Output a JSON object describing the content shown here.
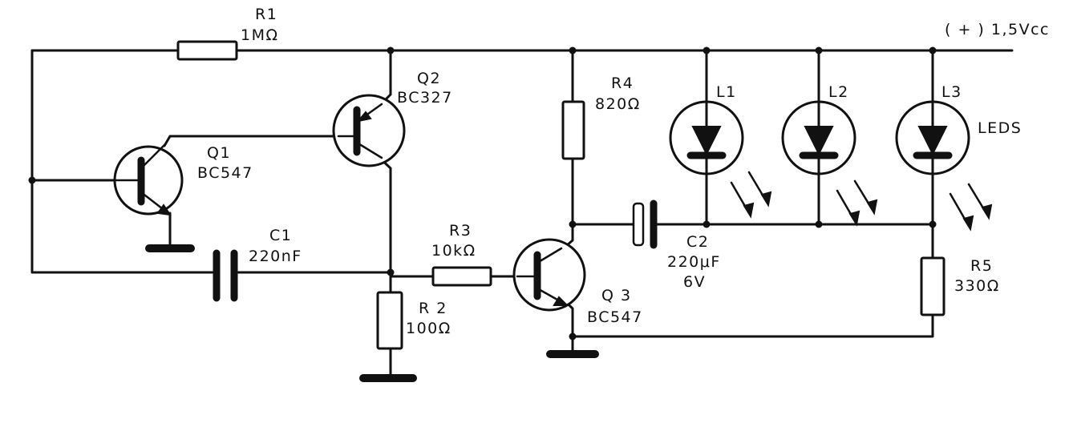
{
  "supply": {
    "label": "( + ) 1,5Vcc"
  },
  "components": {
    "R1": {
      "ref": "R1",
      "value": "1MΩ"
    },
    "R2": {
      "ref": "R 2",
      "value": "100Ω"
    },
    "R3": {
      "ref": "R3",
      "value": "10kΩ"
    },
    "R4": {
      "ref": "R4",
      "value": "820Ω"
    },
    "R5": {
      "ref": "R5",
      "value": "330Ω"
    },
    "C1": {
      "ref": "C1",
      "value": "220nF"
    },
    "C2": {
      "ref": "C2",
      "value": "220μF",
      "rating": "6V"
    },
    "Q1": {
      "ref": "Q1",
      "type": "BC547"
    },
    "Q2": {
      "ref": "Q2",
      "type": "BC327"
    },
    "Q3": {
      "ref": "Q 3",
      "type": "BC547"
    },
    "L1": {
      "ref": "L1"
    },
    "L2": {
      "ref": "L2"
    },
    "L3": {
      "ref": "L3",
      "note": "LEDS"
    }
  }
}
